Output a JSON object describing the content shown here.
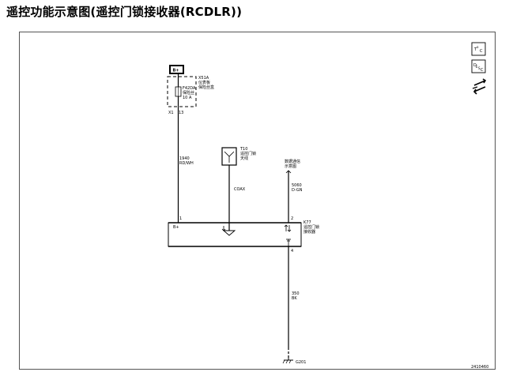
{
  "title": "遥控功能示意图(遥控门锁接收器(RCDLR))",
  "power": {
    "badge": "B+",
    "block_id": "X51A",
    "block_name_line1": "仪表板",
    "block_name_line2": "保险丝盒",
    "fuse_id": "F42DA",
    "fuse_name": "保险丝",
    "fuse_rating": "10 A",
    "connector": "X1",
    "pin": "13"
  },
  "wire_left": {
    "circuit": "1940",
    "color": "RD/WH"
  },
  "antenna": {
    "id": "T10",
    "name_line1": "遥控门锁",
    "name_line2": "天线"
  },
  "coax": "COAX",
  "comm": {
    "line1": "数据通信",
    "line2": "示意图"
  },
  "wire_right": {
    "circuit": "5060",
    "color": "D-GN"
  },
  "module": {
    "id": "K77",
    "name_line1": "遥控门锁",
    "name_line2": "接收器",
    "pin_left": "1",
    "pin_right": "2",
    "pin_bottom": "4",
    "bplus": "B+"
  },
  "wire_ground": {
    "circuit": "350",
    "color": "BK"
  },
  "ground": "G201",
  "figure_id": "2410460",
  "icons": [
    "toc-icon",
    "desc-icon",
    "connector-arrows-icon"
  ]
}
